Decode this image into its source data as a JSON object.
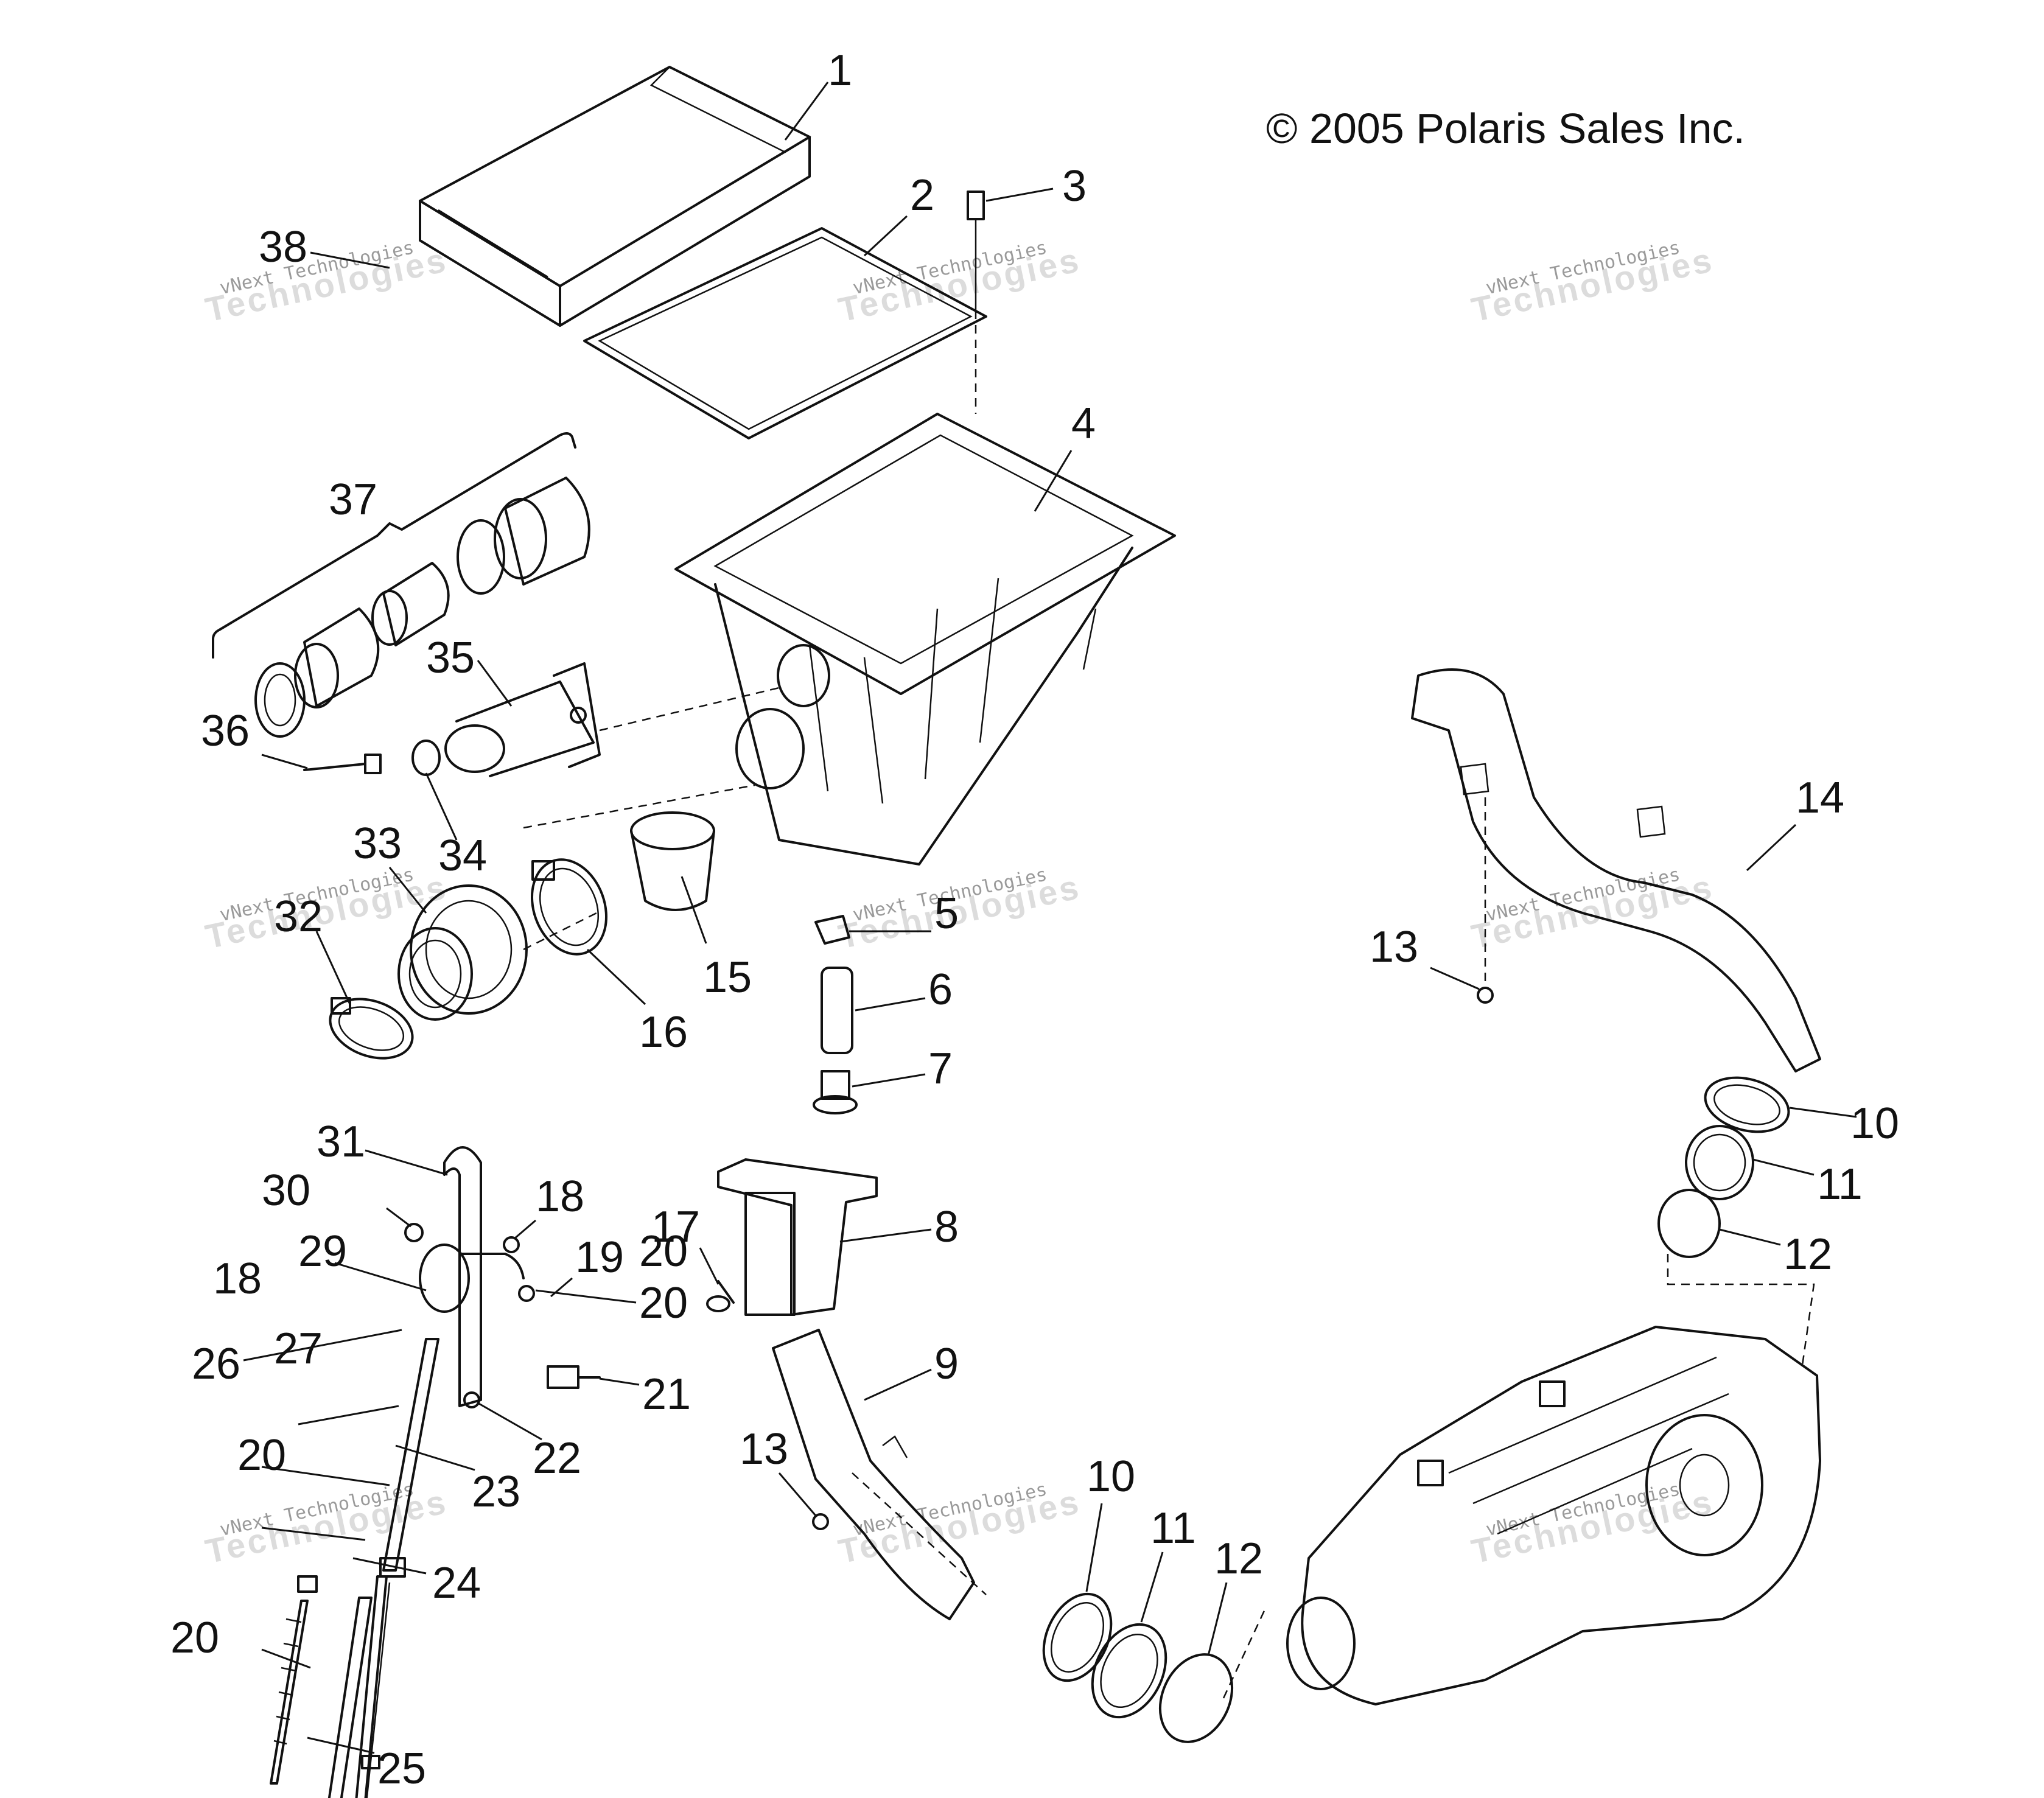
{
  "copyright": "© 2005 Polaris Sales Inc.",
  "watermark": {
    "line1": "vNext Technologies",
    "line2": "Technologies"
  },
  "callouts": [
    "1",
    "2",
    "3",
    "4",
    "5",
    "6",
    "7",
    "8",
    "9",
    "10",
    "10",
    "11",
    "11",
    "12",
    "12",
    "13",
    "13",
    "14",
    "15",
    "16",
    "17",
    "18",
    "18",
    "19",
    "20",
    "20",
    "20",
    "20",
    "21",
    "22",
    "23",
    "24",
    "25",
    "26",
    "27",
    "29",
    "30",
    "31",
    "32",
    "33",
    "34",
    "35",
    "36",
    "37",
    "38"
  ]
}
